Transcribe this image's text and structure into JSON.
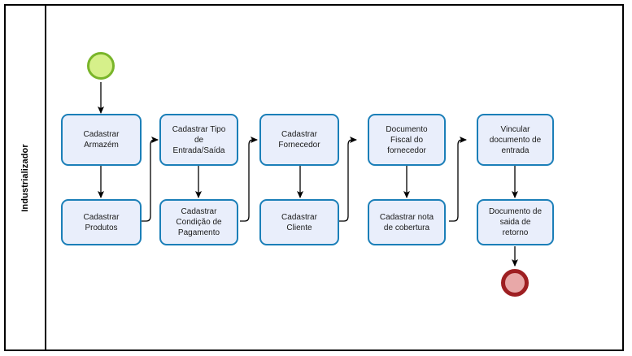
{
  "diagram": {
    "type": "bpmn-process-flow",
    "lane": {
      "name": "Industrializador"
    },
    "colors": {
      "task_fill": "#e9eefb",
      "task_border": "#1b7fb8",
      "start_fill": "#d6f08a",
      "start_border": "#79b52a",
      "end_fill": "#e8a8a8",
      "end_border": "#9e1f22",
      "connector": "#000000",
      "pool_border": "#000000",
      "background": "#ffffff"
    },
    "events": {
      "start": {
        "name": "start-event"
      },
      "end": {
        "name": "end-event"
      }
    },
    "tasks": [
      {
        "id": "t1",
        "label": "Cadastrar\nArmazém"
      },
      {
        "id": "t2",
        "label": "Cadastrar\nProdutos"
      },
      {
        "id": "t3",
        "label": "Cadastrar Tipo\nde\nEntrada/Saída"
      },
      {
        "id": "t4",
        "label": "Cadastrar\nCondição de\nPagamento"
      },
      {
        "id": "t5",
        "label": "Cadastrar\nFornecedor"
      },
      {
        "id": "t6",
        "label": "Cadastrar\nCliente"
      },
      {
        "id": "t7",
        "label": "Documento\nFiscal do\nfornecedor"
      },
      {
        "id": "t8",
        "label": "Cadastrar nota\nde cobertura"
      },
      {
        "id": "t9",
        "label": "Vincular\ndocumento de\nentrada"
      },
      {
        "id": "t10",
        "label": "Documento de\nsaida de\nretorno"
      }
    ],
    "flows": [
      {
        "from": "start-event",
        "to": "t1"
      },
      {
        "from": "t1",
        "to": "t2"
      },
      {
        "from": "t2",
        "to": "t3"
      },
      {
        "from": "t3",
        "to": "t4"
      },
      {
        "from": "t4",
        "to": "t5"
      },
      {
        "from": "t5",
        "to": "t6"
      },
      {
        "from": "t6",
        "to": "t7"
      },
      {
        "from": "t7",
        "to": "t8"
      },
      {
        "from": "t8",
        "to": "t9"
      },
      {
        "from": "t9",
        "to": "t10"
      },
      {
        "from": "t10",
        "to": "end-event"
      }
    ]
  }
}
